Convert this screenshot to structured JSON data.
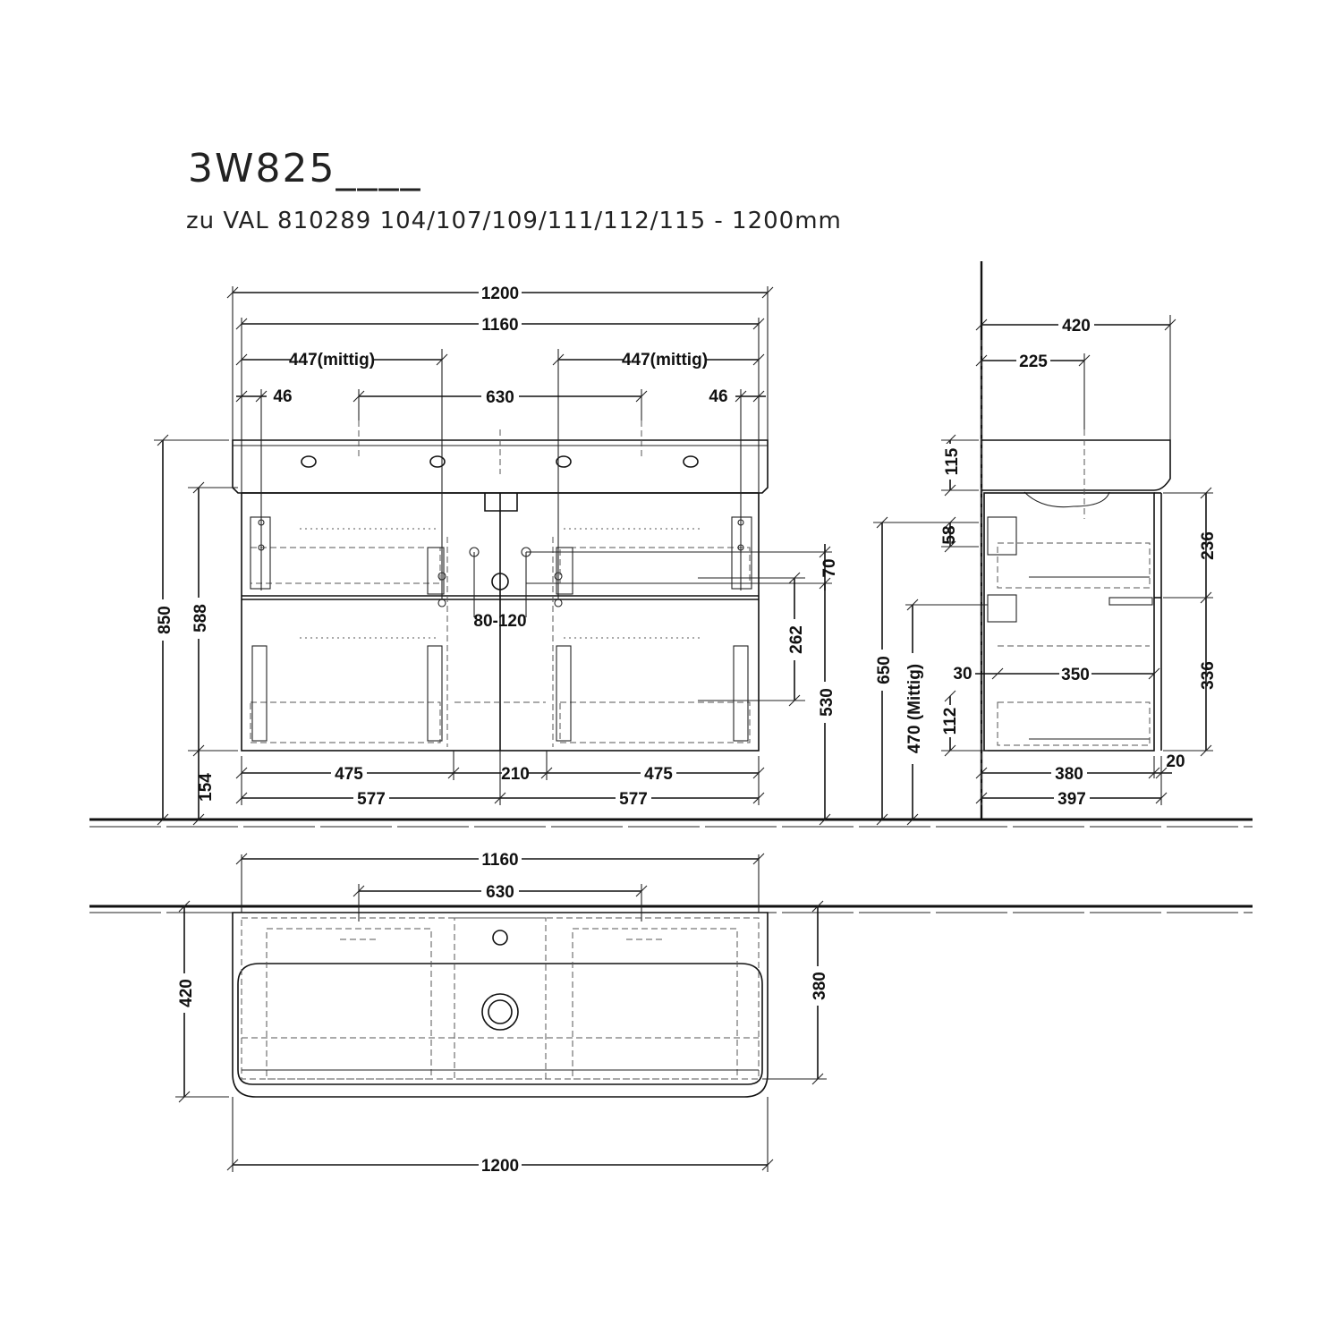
{
  "title": {
    "code": "3W825____",
    "subtitle": "zu VAL 810289 104/107/109/111/112/115 - 1200mm"
  },
  "front_view": {
    "dims": {
      "w_1200": "1200",
      "w_1160": "1160",
      "w_447_left": "447(mittig)",
      "w_447_right": "447(mittig)",
      "w_46_left": "46",
      "w_46_right": "46",
      "w_630": "630",
      "h_850": "850",
      "h_588": "588",
      "h_154": "154",
      "h_70": "70",
      "h_262": "262",
      "h_530": "530",
      "w_80_120": "80-120",
      "w_475_left": "475",
      "w_210": "210",
      "w_475_right": "475",
      "w_577_left": "577",
      "w_577_right": "577"
    }
  },
  "side_view": {
    "dims": {
      "w_420": "420",
      "w_225": "225",
      "h_115": "115",
      "h_58": "58",
      "h_650": "650",
      "h_470": "470 (Mittig)",
      "h_112": "112",
      "w_30": "30",
      "w_350": "350",
      "h_236": "236",
      "h_336": "336",
      "w_380": "380",
      "w_20": "20",
      "w_397": "397"
    }
  },
  "top_view": {
    "dims": {
      "w_1160": "1160",
      "w_630": "630",
      "h_420": "420",
      "h_380": "380",
      "w_1200": "1200"
    }
  }
}
